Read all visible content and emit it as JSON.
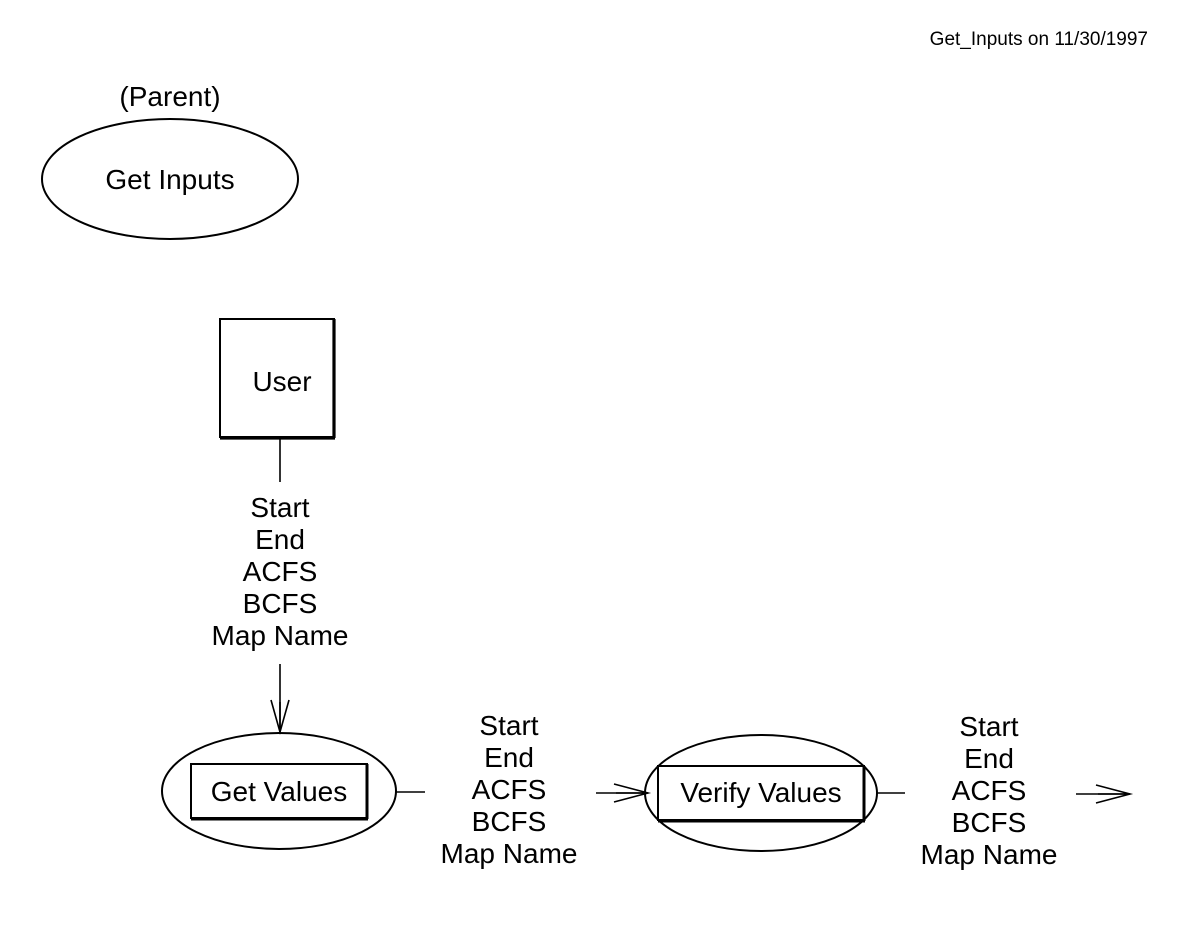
{
  "header": {
    "title": "Get_Inputs on 11/30/1997"
  },
  "parent": {
    "caption": "(Parent)",
    "label": "Get Inputs"
  },
  "entity": {
    "label": "User"
  },
  "processes": [
    {
      "label": "Get Values"
    },
    {
      "label": "Verify Values"
    }
  ],
  "flows": [
    {
      "lines": [
        "Start",
        "End",
        "ACFS",
        "BCFS",
        "Map Name"
      ]
    },
    {
      "lines": [
        "Start",
        "End",
        "ACFS",
        "BCFS",
        "Map Name"
      ]
    },
    {
      "lines": [
        "Start",
        "End",
        "ACFS",
        "BCFS",
        "Map Name"
      ]
    }
  ]
}
